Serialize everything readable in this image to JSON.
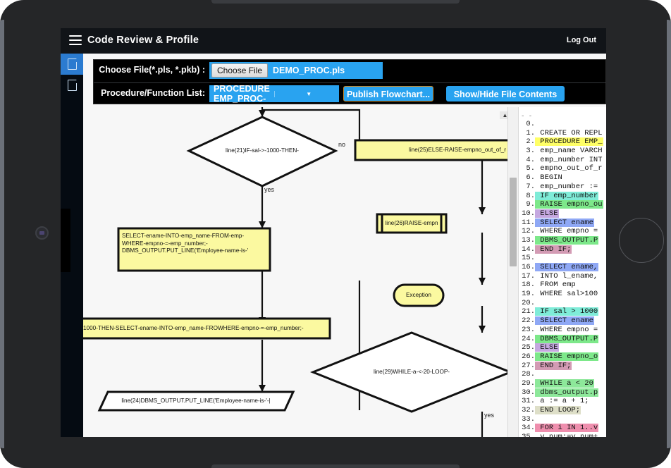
{
  "app": {
    "title": "Code Review & Profile",
    "logout_label": "Log Out",
    "menu_icon": "hamburger-icon"
  },
  "sidebar": {
    "items": [
      {
        "icon": "document-icon",
        "active": true
      },
      {
        "icon": "document-icon",
        "active": false
      }
    ]
  },
  "toolbar": {
    "file_label": "Choose File(*.pls, *.pkb) :",
    "choose_file_button": "Choose File",
    "file_name": "DEMO_PROC.pls",
    "proc_label": "Procedure/Function List:",
    "proc_selected": "PROCEDURE EMP_PROC-",
    "proc_arrow": "▼",
    "publish_button": "Publish Flowchart...",
    "showhide_button": "Show/Hide File Contents"
  },
  "flowchart": {
    "scroll_hint": "▲",
    "scroll_dot": ".",
    "nodes": [
      {
        "name": "decision-if-sal",
        "shape": "diamond",
        "text": "line(21)IF-sal->-1000-THEN-"
      },
      {
        "name": "process-else-raise",
        "shape": "rect",
        "text": "line(25)ELSE-RAISE-empno_out_of_r"
      },
      {
        "name": "subroutine-raise-empn",
        "shape": "subroutine",
        "text": "line(26)RAISE-empn"
      },
      {
        "name": "terminator-exception",
        "shape": "oval",
        "text": "Exception"
      },
      {
        "name": "process-select-ename",
        "shape": "rect",
        "text": "SELECT-ename-INTO-emp_name-FROM-emp-\nWHERE-empno-=-emp_number;-\nDBMS_OUTPUT.PUT_LINE('Employee-name-is-'"
      },
      {
        "name": "process-1000-then-select",
        "shape": "rect",
        "text": "1000-THEN-SELECT-ename-INTO-emp_name-FROWHERE-empno-=-emp_number;-"
      },
      {
        "name": "io-dbms-output",
        "shape": "parallelogram",
        "text": "line(24)DBMS_OUTPUT.PUT_LINE('Employee-name-is-'-|"
      },
      {
        "name": "decision-while-loop",
        "shape": "diamond",
        "text": "line(29)WHILE-a-<-20-LOOP-"
      }
    ],
    "edge_labels": [
      {
        "name": "edge-label-no",
        "text": "no"
      },
      {
        "name": "edge-label-yes-top",
        "text": "yes"
      },
      {
        "name": "edge-label-yes-bottom",
        "text": "yes"
      }
    ]
  },
  "code_panel": {
    "ellipsis": "- -",
    "lines": [
      {
        "n": "0.",
        "text": "",
        "hl": "none"
      },
      {
        "n": "1.",
        "text": "CREATE OR REPL",
        "hl": "none"
      },
      {
        "n": "2.",
        "text": "PROCEDURE EMP_",
        "hl": "yellow"
      },
      {
        "n": "3.",
        "text": "emp_name VARCH",
        "hl": "none"
      },
      {
        "n": "4.",
        "text": "emp_number INT",
        "hl": "none"
      },
      {
        "n": "5.",
        "text": "empno_out_of_r",
        "hl": "none"
      },
      {
        "n": "6.",
        "text": "BEGIN",
        "hl": "none"
      },
      {
        "n": "7.",
        "text": "emp_number :=",
        "hl": "none"
      },
      {
        "n": "8.",
        "text": "IF emp_number",
        "hl": "cyan"
      },
      {
        "n": "9.",
        "text": "RAISE empno_ou",
        "hl": "green"
      },
      {
        "n": "10.",
        "text": "ELSE",
        "hl": "purple"
      },
      {
        "n": "11.",
        "text": "SELECT ename",
        "hl": "blue"
      },
      {
        "n": "12.",
        "text": "WHERE empno =",
        "hl": "none"
      },
      {
        "n": "13.",
        "text": "DBMS_OUTPUT.P",
        "hl": "green"
      },
      {
        "n": "14.",
        "text": "END IF;",
        "hl": "mauve"
      },
      {
        "n": "15.",
        "text": "",
        "hl": "none"
      },
      {
        "n": "16.",
        "text": "SELECT ename,",
        "hl": "blue"
      },
      {
        "n": "17.",
        "text": "INTO l_ename,",
        "hl": "none"
      },
      {
        "n": "18.",
        "text": "FROM emp",
        "hl": "none"
      },
      {
        "n": "19.",
        "text": "WHERE sal>100",
        "hl": "none"
      },
      {
        "n": "20.",
        "text": "",
        "hl": "none"
      },
      {
        "n": "21.",
        "text": "IF sal > 1000",
        "hl": "cyan"
      },
      {
        "n": "22.",
        "text": "SELECT ename",
        "hl": "blue"
      },
      {
        "n": "23.",
        "text": "WHERE empno =",
        "hl": "none"
      },
      {
        "n": "24.",
        "text": "DBMS_OUTPUT.P",
        "hl": "green"
      },
      {
        "n": "25.",
        "text": "ELSE",
        "hl": "purple"
      },
      {
        "n": "26.",
        "text": "RAISE empno_o",
        "hl": "green"
      },
      {
        "n": "27.",
        "text": "END IF;",
        "hl": "mauve"
      },
      {
        "n": "28.",
        "text": "",
        "hl": "none"
      },
      {
        "n": "29.",
        "text": "WHILE a < 20",
        "hl": "lightgreen"
      },
      {
        "n": "30.",
        "text": "dbms_output.p",
        "hl": "lightgreen"
      },
      {
        "n": "31.",
        "text": "a := a + 1;",
        "hl": "none"
      },
      {
        "n": "32.",
        "text": "END LOOP;",
        "hl": "beige"
      },
      {
        "n": "33.",
        "text": "",
        "hl": "none"
      },
      {
        "n": "34.",
        "text": "FOR i IN 1..v",
        "hl": "pink"
      },
      {
        "n": "35.",
        "text": "v_num:=v_num+",
        "hl": "none"
      }
    ]
  },
  "colors": {
    "accent_blue": "#29a3f0",
    "appbar_bg": "#111418",
    "rail_bg": "#050b12",
    "node_yellow": "#fbf9a0",
    "canvas_bg": "#f7f7f7",
    "publish_border": "#c8892a"
  }
}
